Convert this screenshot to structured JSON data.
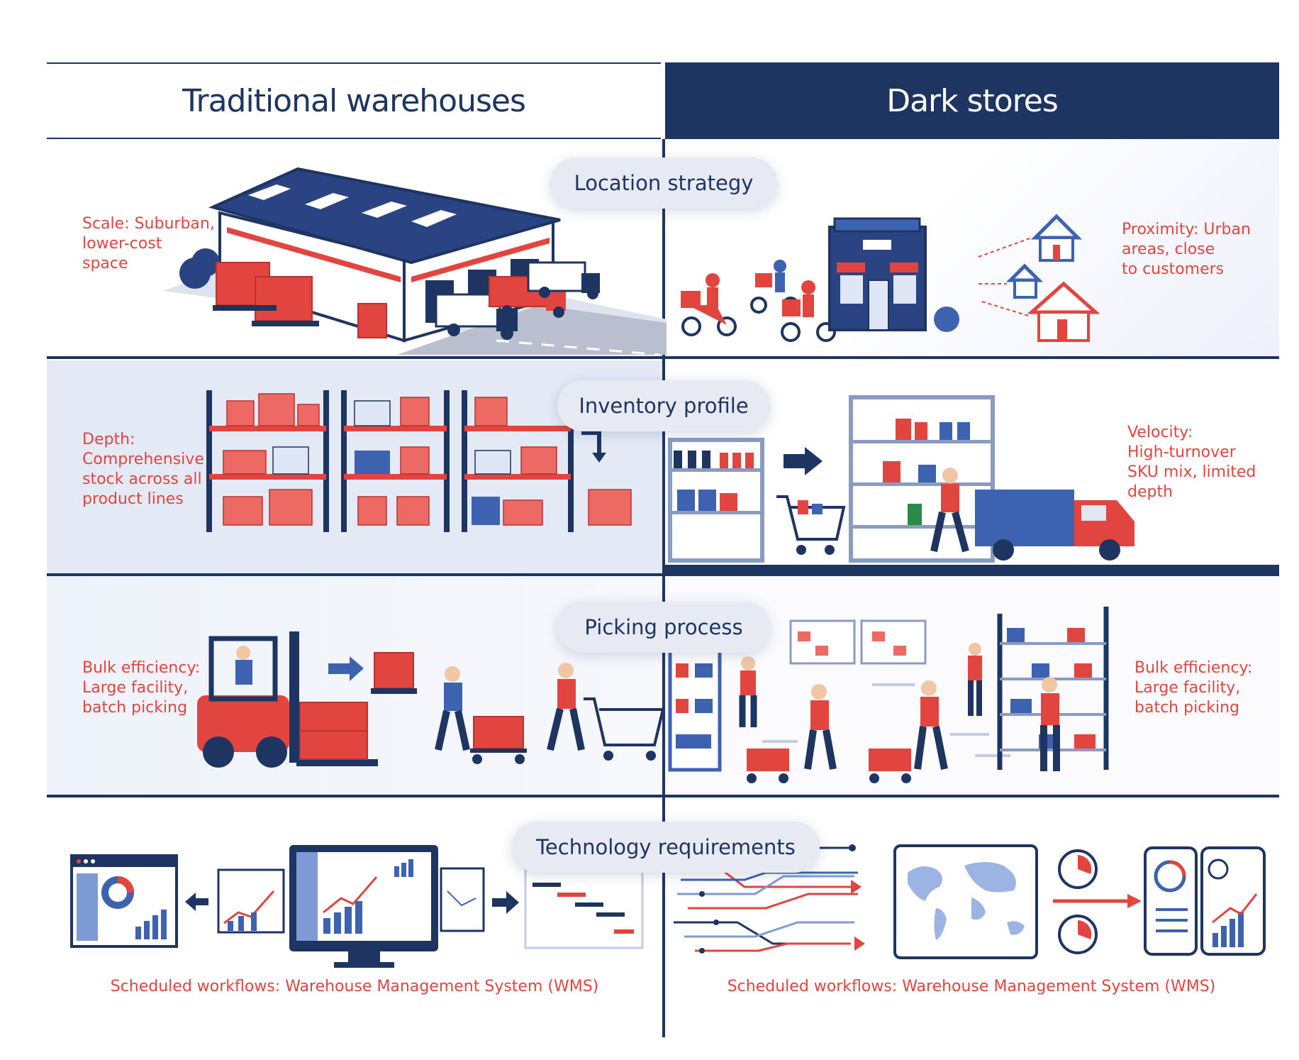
{
  "headers": {
    "left": "Traditional warehouses",
    "right": "Dark stores"
  },
  "rows": [
    {
      "pill": "Location strategy",
      "left_label": [
        "Scale: Suburban,",
        "lower-cost",
        "space"
      ],
      "right_label": [
        "Proximity: Urban",
        "areas, close",
        "to customers"
      ]
    },
    {
      "pill": "Inventory profile",
      "left_label": [
        "Depth:",
        "Comprehensive",
        "stock across all",
        "product lines"
      ],
      "right_label": [
        "Velocity:",
        "High-turnover",
        "SKU mix, limited",
        "depth"
      ]
    },
    {
      "pill": "Picking process",
      "left_label": [
        "Bulk efficiency:",
        "Large facility,",
        "batch picking"
      ],
      "right_label": [
        "Bulk efficiency:",
        "Large facility,",
        "batch picking"
      ]
    },
    {
      "pill": "Technology requirements",
      "left_caption": "Scheduled workflows: Warehouse Management System (WMS)",
      "right_caption": "Scheduled workflows: Warehouse Management System (WMS)"
    }
  ],
  "colors": {
    "navy": "#1e3461",
    "accent_red": "#e2453f",
    "light_blue": "#dfe6f5",
    "pill_bg": "#e7eaf3"
  },
  "icons": [
    "warehouse-icon",
    "truck-icon",
    "scooter-icon",
    "dark-store-icon",
    "house-icon",
    "shelf-icon",
    "box-icon",
    "forklift-icon",
    "worker-icon",
    "cart-icon",
    "dashboard-icon",
    "monitor-icon",
    "gantt-chart-icon",
    "world-map-icon",
    "clock-icon",
    "phone-icon"
  ]
}
